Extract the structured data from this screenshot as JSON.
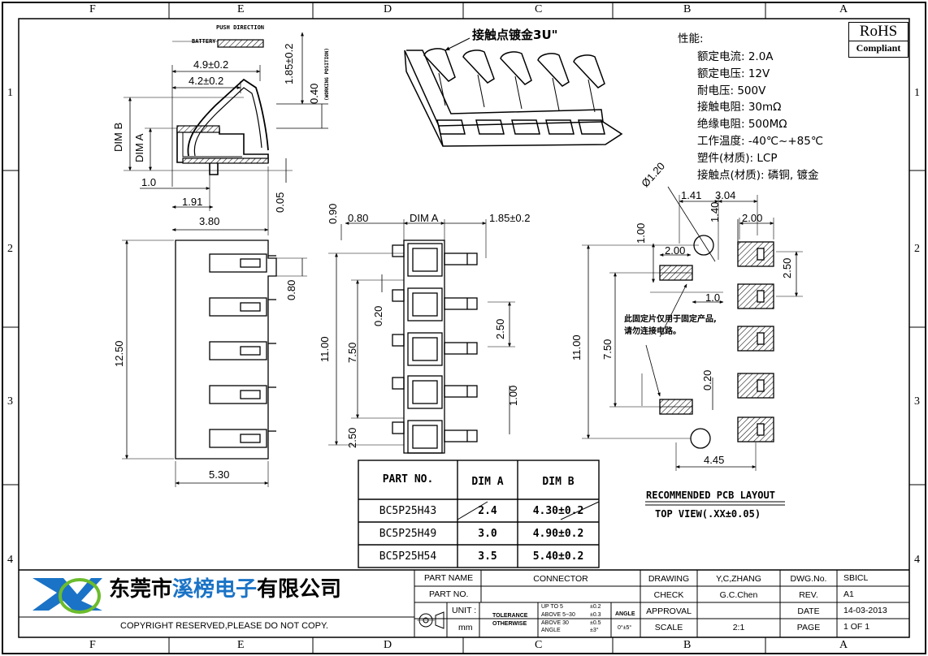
{
  "frame": {
    "col_labels": [
      "F",
      "E",
      "D",
      "C",
      "B",
      "A"
    ],
    "row_labels": [
      "1",
      "2",
      "3",
      "4"
    ]
  },
  "rohs": {
    "line1": "RoHS",
    "line2": "Compliant"
  },
  "iso_label": "接触点镀金3U\"",
  "spec": {
    "title": "性能:",
    "lines": [
      "额定电流: 2.0A",
      "额定电压: 12V",
      "耐电压: 500V",
      "接触电阻: 30mΩ",
      "绝缘电阻: 500MΩ",
      "工作温度: -40℃~+85℃",
      "塑件(材质): LCP",
      "接触点(材质): 磷铜, 镀金"
    ]
  },
  "side_view": {
    "push_direction": "PUSH DIRECTION",
    "battery": "BATTERY",
    "working_position": "(WORKING POSITION)",
    "dims": {
      "d49": "4.9±0.2",
      "d42": "4.2±0.2",
      "d185": "1.85±0.2",
      "d040": "0.40",
      "dimb": "DIM B",
      "dima": "DIM A",
      "d10": "1.0",
      "d191": "1.91",
      "d380": "3.80",
      "d005": "0.05"
    }
  },
  "top_view": {
    "dims": {
      "d1250": "12.50",
      "d080": "0.80",
      "d530": "5.30"
    }
  },
  "front_view": {
    "dims": {
      "d090": "0.90",
      "d080": "0.80",
      "dima": "DIM A",
      "d185": "1.85±0.2",
      "d020": "0.20",
      "d1100": "11.00",
      "d750": "7.50",
      "d250": "2.50",
      "d100": "1.00",
      "d250b": "2.50"
    }
  },
  "pcb": {
    "dims": {
      "dia": "Ø1.20",
      "d141": "1.41",
      "d304": "3.04",
      "d140": "1.40",
      "d200a": "2.00",
      "d100": "1.00",
      "d200b": "2.00",
      "d250": "2.50",
      "d10": "1.0",
      "d1100": "11.00",
      "d750": "7.50",
      "d020": "0.20",
      "d445": "4.45"
    },
    "note1": "此固定片仅用于固定产品,",
    "note2": "请勿连接电路。",
    "title": "RECOMMENDED PCB LAYOUT",
    "subtitle": "TOP VIEW(.XX±0.05)"
  },
  "parts_table": {
    "headers": [
      "PART NO.",
      "DIM A",
      "DIM B"
    ],
    "rows": [
      [
        "BC5P25H43",
        "2.4",
        "4.30±0.2"
      ],
      [
        "BC5P25H49",
        "3.0",
        "4.90±0.2"
      ],
      [
        "BC5P25H54",
        "3.5",
        "5.40±0.2"
      ]
    ]
  },
  "title_block": {
    "company": "东莞市溪榜电子有限公司",
    "company_hi": "溪榜电子",
    "company_pre": "东莞市",
    "company_post": "有限公司",
    "copyright": "COPYRIGHT RESERVED,PLEASE DO NOT COPY.",
    "part_name_label": "PART NAME",
    "part_name": "CONNECTOR",
    "part_no_label": "PART NO.",
    "unit_label": "UNIT :",
    "unit": "mm",
    "tolerance_label": "TOLERANCE",
    "otherwise_label": "OTHERWISE",
    "tol_up5": "UP TO 5",
    "tol_up5_v": "±0.2",
    "tol_5_30": "ABOVE 5~30",
    "tol_5_30_v": "±0.3",
    "tol_30": "ABOVE 30",
    "tol_30_v": "±0.5",
    "tol_angle": "ANGLE",
    "tol_angle_v": "±3°",
    "angle_label": "ANGLE",
    "angle_v": "0°±5°",
    "drawing_label": "DRAWING",
    "drawing": "Y,C,ZHANG",
    "check_label": "CHECK",
    "check": "G.C.Chen",
    "approval_label": "APPROVAL",
    "scale_label": "SCALE",
    "scale": "2:1",
    "dwg_label": "DWG.No.",
    "dwg": "SBICL",
    "rev_label": "REV.",
    "rev": "A1",
    "date_label": "DATE",
    "date": "14-03-2013",
    "page_label": "PAGE",
    "page": "1 OF 1"
  }
}
